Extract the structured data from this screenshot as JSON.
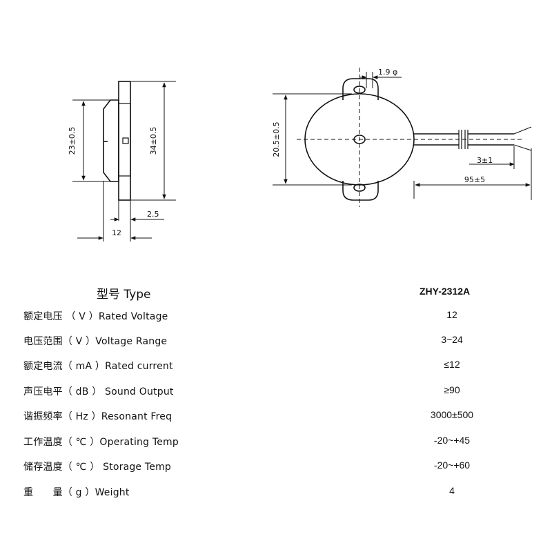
{
  "drawing": {
    "side_view": {
      "dim_height_body": "23±0.5",
      "dim_height_total": "34±0.5",
      "dim_flange": "2.5",
      "dim_width": "12"
    },
    "top_view": {
      "dim_hole": "1.9 φ",
      "dim_diameter": "20.5±0.5",
      "dim_strip": "3±1",
      "dim_lead": "95±5"
    }
  },
  "table": {
    "title": "型号 Type",
    "model": "ZHY-2312A",
    "rows": [
      {
        "label": "额定电压 （ V ）Rated Voltage",
        "value": "12"
      },
      {
        "label": "电压范围（ V ）Voltage Range",
        "value": "3~24"
      },
      {
        "label": "额定电流（ mA ）Rated current",
        "value": "≤12"
      },
      {
        "label": "声压电平（ dB ） Sound Output",
        "value": "≥90"
      },
      {
        "label": "谐振频率（ Hz ）Resonant Freq",
        "value": "3000±500"
      },
      {
        "label": "工作温度（ ℃ ）Operating Temp",
        "value": "-20~+45"
      },
      {
        "label": "储存温度（ ℃ ） Storage Temp",
        "value": "-20~+60"
      },
      {
        "label": "重　　量（ g ）Weight",
        "value": "4"
      }
    ]
  }
}
